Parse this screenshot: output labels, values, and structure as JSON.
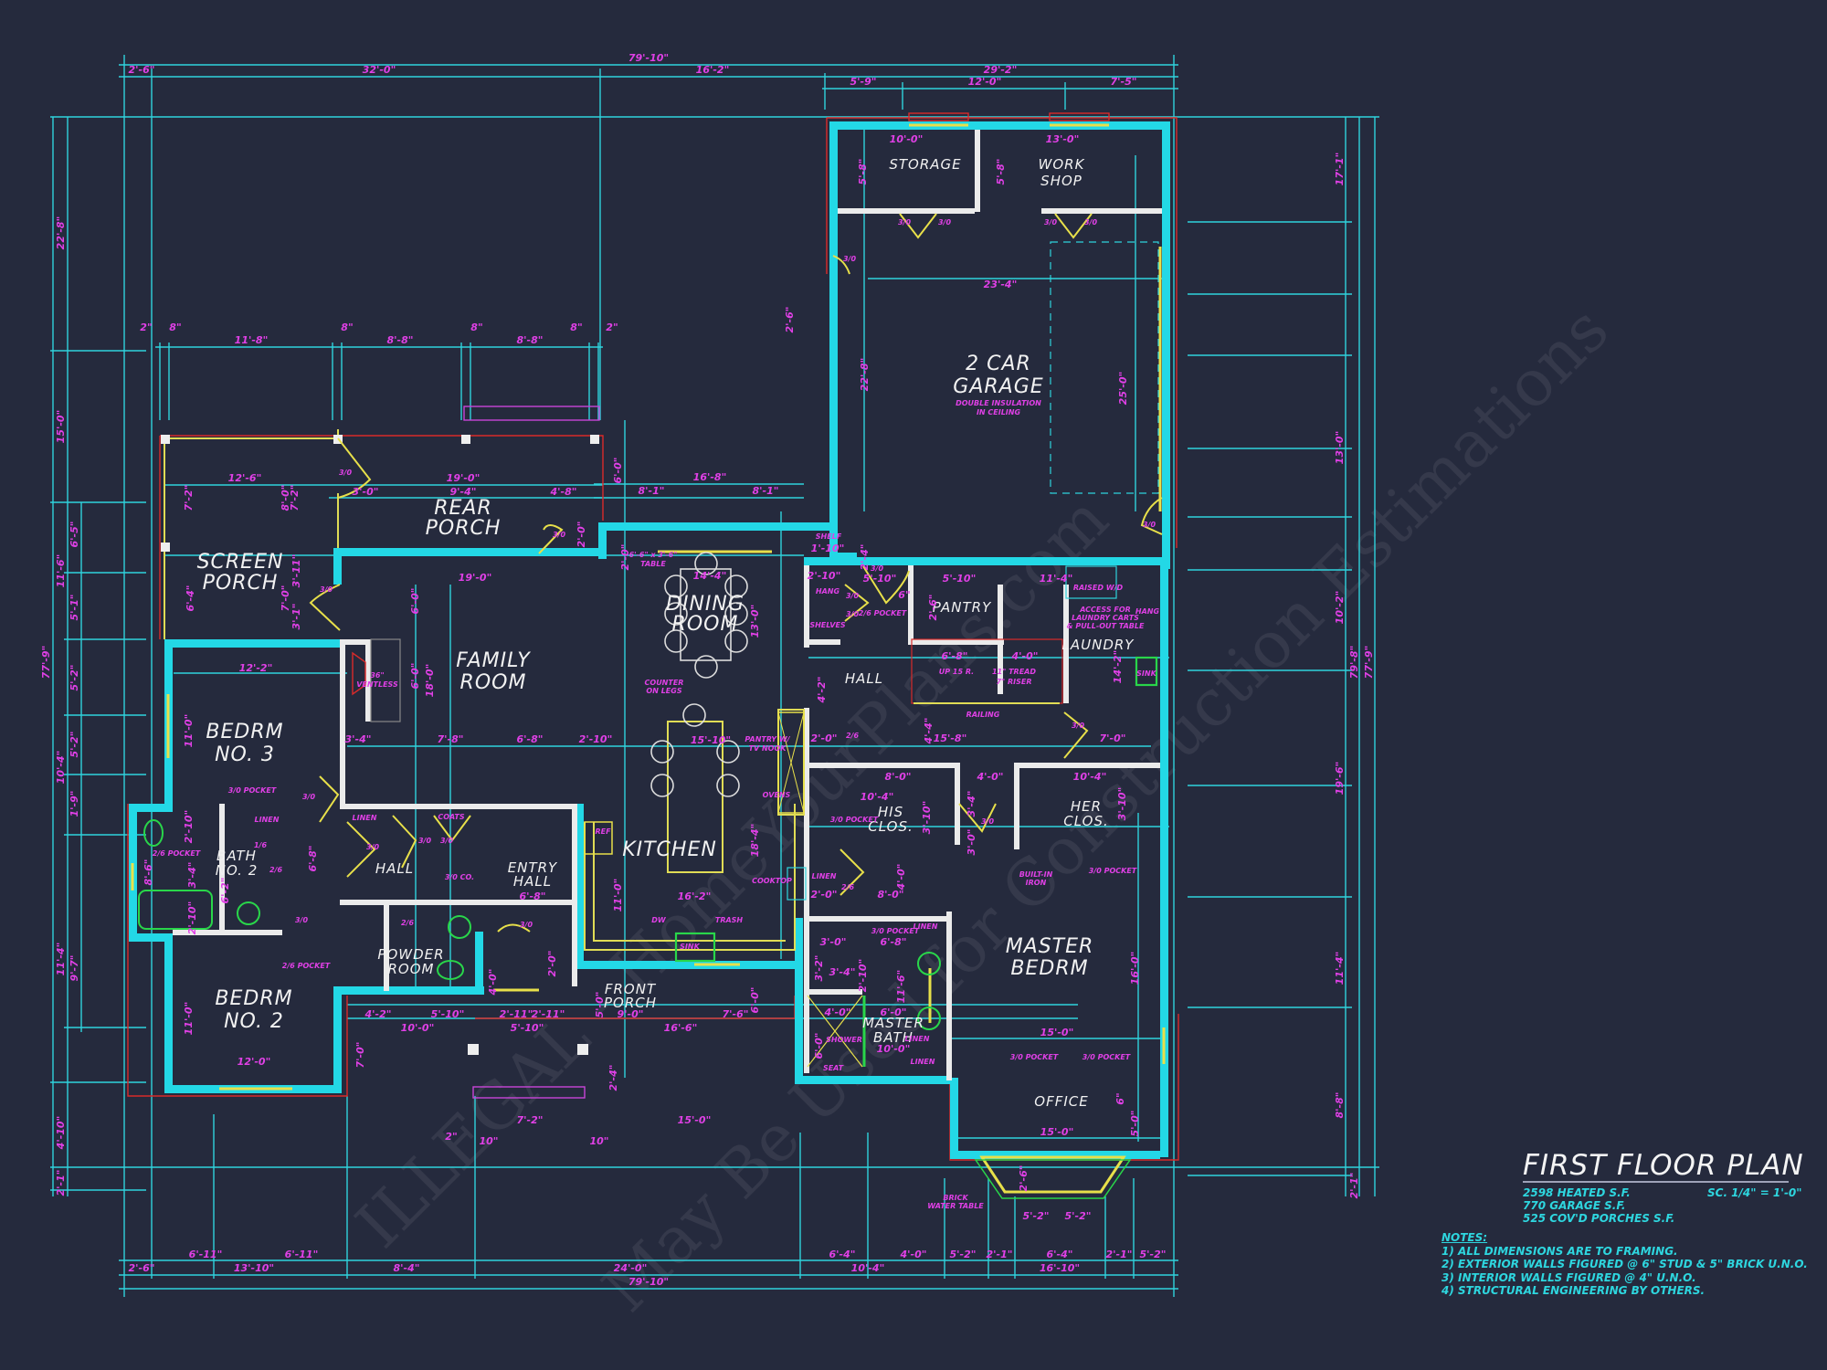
{
  "title_block": {
    "title": "FIRST FLOOR PLAN",
    "areas": [
      "2598 HEATED S.F.",
      "770 GARAGE S.F.",
      "525 COV'D PORCHES S.F."
    ],
    "scale": "SC. 1/4\" = 1'-0\"",
    "notes_heading": "NOTES:",
    "notes": [
      "1)  ALL DIMENSIONS ARE TO FRAMING.",
      "2)  EXTERIOR WALLS FIGURED @ 6\" STUD & 5\" BRICK U.N.O.",
      "3)  INTERIOR WALLS FIGURED @ 4\" U.N.O.",
      "4)  STRUCTURAL ENGINEERING BY OTHERS."
    ]
  },
  "watermark": {
    "line1": "ILLEGAL - HomeYourPlans.com",
    "line2": "May Be Used for Construction Estimations"
  },
  "rooms": {
    "storage": "STORAGE",
    "work_shop": [
      "WORK",
      "SHOP"
    ],
    "garage": [
      "2 CAR",
      "GARAGE"
    ],
    "garage_note": [
      "DOUBLE INSULATION",
      "IN CEILING"
    ],
    "rear_porch": [
      "REAR",
      "PORCH"
    ],
    "screen_porch": [
      "SCREEN",
      "PORCH"
    ],
    "dining_room": [
      "DINING",
      "ROOM"
    ],
    "family_room": [
      "FAMILY",
      "ROOM"
    ],
    "pantry": "PANTRY",
    "laundry": "LAUNDRY",
    "hall_upper": "HALL",
    "bedrm3": [
      "BEDRM",
      "NO. 3"
    ],
    "bath2": [
      "BATH",
      "NO. 2"
    ],
    "hall_lower": "HALL",
    "kitchen": "KITCHEN",
    "entry_hall": [
      "ENTRY",
      "HALL"
    ],
    "powder_room": [
      "POWDER",
      "ROOM"
    ],
    "bedrm2": [
      "BEDRM",
      "NO. 2"
    ],
    "front_porch": [
      "FRONT",
      "PORCH"
    ],
    "his_clos": [
      "HIS",
      "CLOS."
    ],
    "her_clos": [
      "HER",
      "CLOS."
    ],
    "master_bedrm": [
      "MASTER",
      "BEDRM"
    ],
    "master_bath": [
      "MASTER",
      "BATH"
    ],
    "office": "OFFICE"
  },
  "annotations": {
    "ventless": [
      "36\"",
      "VENTLESS"
    ],
    "table": [
      "6'-6\" x 3'-6\"",
      "TABLE"
    ],
    "counter_legs": [
      "COUNTER",
      "ON LEGS"
    ],
    "pantry_tv": [
      "PANTRY W/",
      "TV NOOK"
    ],
    "oven": "OVENS",
    "cooktop": "COOKTOP",
    "dw": "DW",
    "trash": "TRASH",
    "sink": "SINK",
    "ref": "REF",
    "shelf": "SHELF",
    "hang": "HANG",
    "shelves": "SHELVES",
    "pocket": "POCKET",
    "linen": "LINEN",
    "coats": "COATS",
    "washer_dryer": "RAISED W/D",
    "laundry_access": [
      "ACCESS FOR",
      "LAUNDRY CARTS",
      "& PULL-OUT TABLE"
    ],
    "stair": [
      "UP 15 R.",
      "11\" TREAD",
      "7\" RISER"
    ],
    "railing": "RAILING",
    "built_in_iron": [
      "BUILT-IN",
      "IRON"
    ],
    "shower": "SHOWER",
    "seat": "SEAT",
    "brick_water_table": [
      "BRICK",
      "WATER TABLE"
    ],
    "door_30": "3/0",
    "door_26": "2/6",
    "door_16": "1/6",
    "door_30_pocket": "3/0 POCKET",
    "door_26_pocket": "2/6 POCKET",
    "door_30_co": "3/0 CO."
  },
  "dimensions": {
    "top_overall": "79'-10\"",
    "top_row": [
      "2'-6\"",
      "32'-0\"",
      "16'-2\"",
      "29'-2\""
    ],
    "garage_top": [
      "5'-9\"",
      "12'-0\"",
      "7'-5\""
    ],
    "storage_w": "10'-0\"",
    "workshop_w": "13'-0\"",
    "storage_d": "5'-8\"",
    "workshop_d": "5'-8\"",
    "garage_w": "23'-4\"",
    "garage_d_left": "22'-8\"",
    "garage_d_right": "25'-0\"",
    "porch_top": [
      "2\"",
      "8\"",
      "11'-8\"",
      "8\"",
      "8'-8\"",
      "8\"",
      "8'-8\"",
      "8\"",
      "2\""
    ],
    "screen_porch_w": "12'-6\"",
    "screen_porch_d": [
      "7'-2\"",
      "8'-0\"",
      "7'-2\"",
      "6'-4\"",
      "7'-0\"",
      "3'-11\"",
      "3'-1\""
    ],
    "rear_porch": [
      "19'-0\"",
      "3'-0\"",
      "9'-4\"",
      "4'-8\"",
      "2'-0\"",
      "6'-0\""
    ],
    "dining": [
      "16'-8\"",
      "8'-1\"",
      "8'-1\"",
      "14'-4\"",
      "13'-0\"",
      "2'-0\""
    ],
    "family_room": [
      "19'-0\"",
      "6'-0\"",
      "6'-0\"",
      "18'-0\"",
      "7'-8\"",
      "6'-8\"",
      "2'-10\"",
      "3'-4\""
    ],
    "bedrm3": [
      "12'-2\"",
      "11'-0\""
    ],
    "bath2": [
      "8'-6\"",
      "3'-4\"",
      "2'-10\"",
      "2'-10\"",
      "6'-2\"",
      "6'-8\""
    ],
    "bedrm2": [
      "11'-0\"",
      "12'-0\"",
      "7'-0\""
    ],
    "front_dims": [
      "4'-2\"",
      "5'-10\"",
      "10'-0\"",
      "2'-11\"",
      "2'-11\"",
      "5'-10\"",
      "9'-0\"",
      "7'-6\"",
      "16'-6\"",
      "4'-0\"",
      "2'-0\"",
      "5'-0\"",
      "6'-0\"",
      "7'-2\"",
      "2\"",
      "10\"",
      "10\"",
      "15'-0\"",
      "2'-4\""
    ],
    "kitchen": [
      "15'-10\"",
      "16'-2\"",
      "11'-0\"",
      "18'-4\""
    ],
    "entry": "6'-8\"",
    "hall": [
      "2'-10\"",
      "5'-10\"",
      "5'-0\"",
      "6\"",
      "2'-6\"",
      "15'-8\"",
      "6'-8\"",
      "4'-0\"",
      "4'-2\"",
      "2'-4\"",
      "1'-10\"",
      "11'-4\"",
      "14'-2\"",
      "7'-0\"",
      "4'-4\"",
      "2'-0\""
    ],
    "closets": [
      "8'-0\"",
      "10'-4\"",
      "4'-0\"",
      "10'-4\"",
      "3'-10\"",
      "3'-10\"",
      "3'-4\"",
      "3'-0\"",
      "2'-0\"",
      "8'-0\"",
      "4'-0\""
    ],
    "master_bath": [
      "3'-0\"",
      "3'-2\"",
      "3'-4\"",
      "6'-8\"",
      "2'-10\"",
      "11'-6\"",
      "4'-0\"",
      "6'-0\"",
      "6'-0\"",
      "10'-0\""
    ],
    "master_bedrm": [
      "15'-0\"",
      "16'-0\""
    ],
    "office": [
      "15'-0\"",
      "5'-0\"",
      "2'-6\"",
      "6\""
    ],
    "bay": [
      "5'-2\"",
      "5'-2\""
    ],
    "bottom_row1": [
      "6'-11\"",
      "6'-11\"",
      "6'-4\"",
      "4'-0\"",
      "5'-2\"",
      "2'-1\"",
      "6'-4\"",
      "2'-1\"",
      "5'-2\""
    ],
    "bottom_row2": [
      "2'-6\"",
      "13'-10\"",
      "8'-4\"",
      "24'-0\"",
      "10'-4\"",
      "16'-10\""
    ],
    "bottom_overall": "79'-10\"",
    "left_outer": "77'-9\"",
    "left_mid": [
      "22'-8\"",
      "15'-0\"",
      "11'-6\"",
      "10'-4\"",
      "11'-4\"",
      "4'-10\"",
      "2'-1\""
    ],
    "left_inner": [
      "6'-5\"",
      "5'-1\"",
      "5'-2\"",
      "5'-2\"",
      "1'-9\"",
      "9'-7\""
    ],
    "right_outer": "77'-9\"",
    "right_mid_total": "79'-8\"",
    "right_inner": [
      "17'-1\"",
      "13'-0\"",
      "10'-2\"",
      "19'-6\"",
      "11'-4\"",
      "8'-8\"",
      "2'-1\""
    ]
  }
}
